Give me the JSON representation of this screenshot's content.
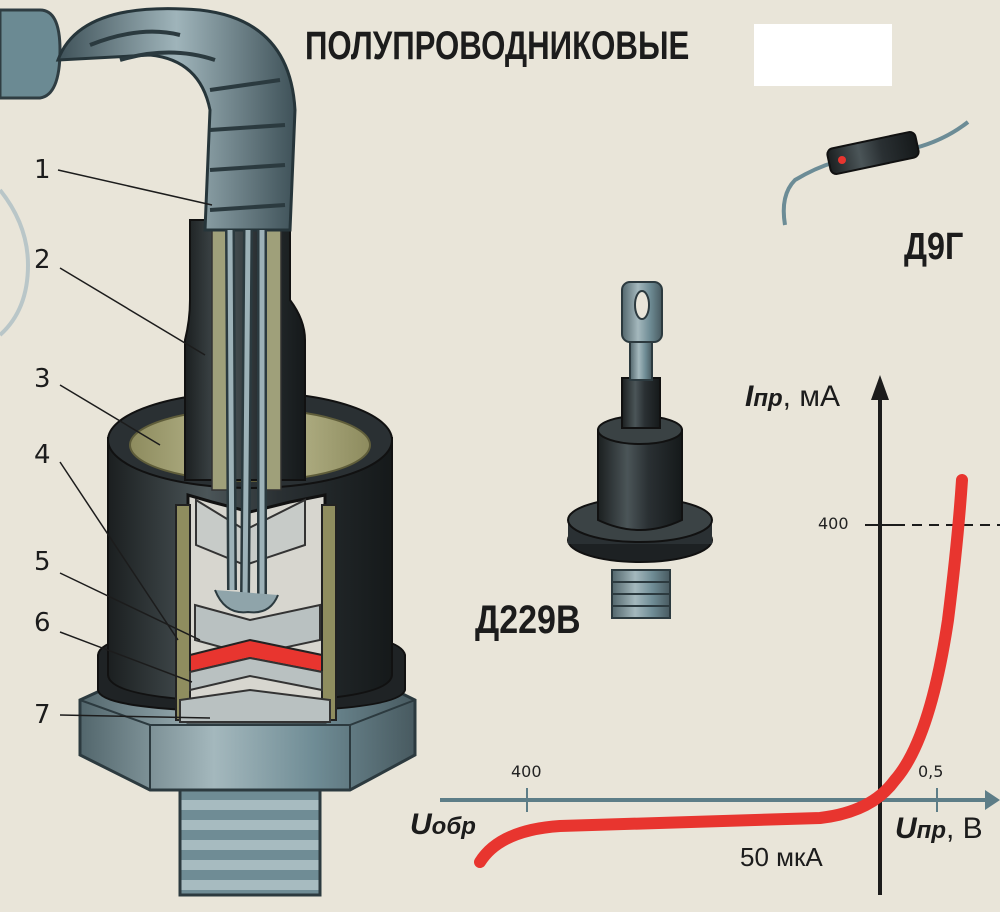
{
  "title": "ПОЛУПРОВОДНИКОВЫЕ",
  "part_labels": [
    "1",
    "2",
    "3",
    "4",
    "5",
    "6",
    "7"
  ],
  "models": {
    "small_diode": "Д9Г",
    "power_diode": "Д229В"
  },
  "graph": {
    "y_axis_label": "I",
    "y_axis_sub": "пр",
    "y_axis_unit": ", мА",
    "x_axis_label": "U",
    "x_axis_sub": "пр",
    "x_axis_unit": ", В",
    "reverse_label": "U",
    "reverse_sub": "обр",
    "y_tick": "400",
    "x_tick_forward": "0,5",
    "x_tick_reverse": "400",
    "reverse_current": "50 мкА",
    "curve_color": "#e8352f"
  },
  "colors": {
    "background": "#e9e5d9",
    "metal": "#6f8c95",
    "dark_body": "#2a2f31",
    "junction": "#e8352f"
  }
}
